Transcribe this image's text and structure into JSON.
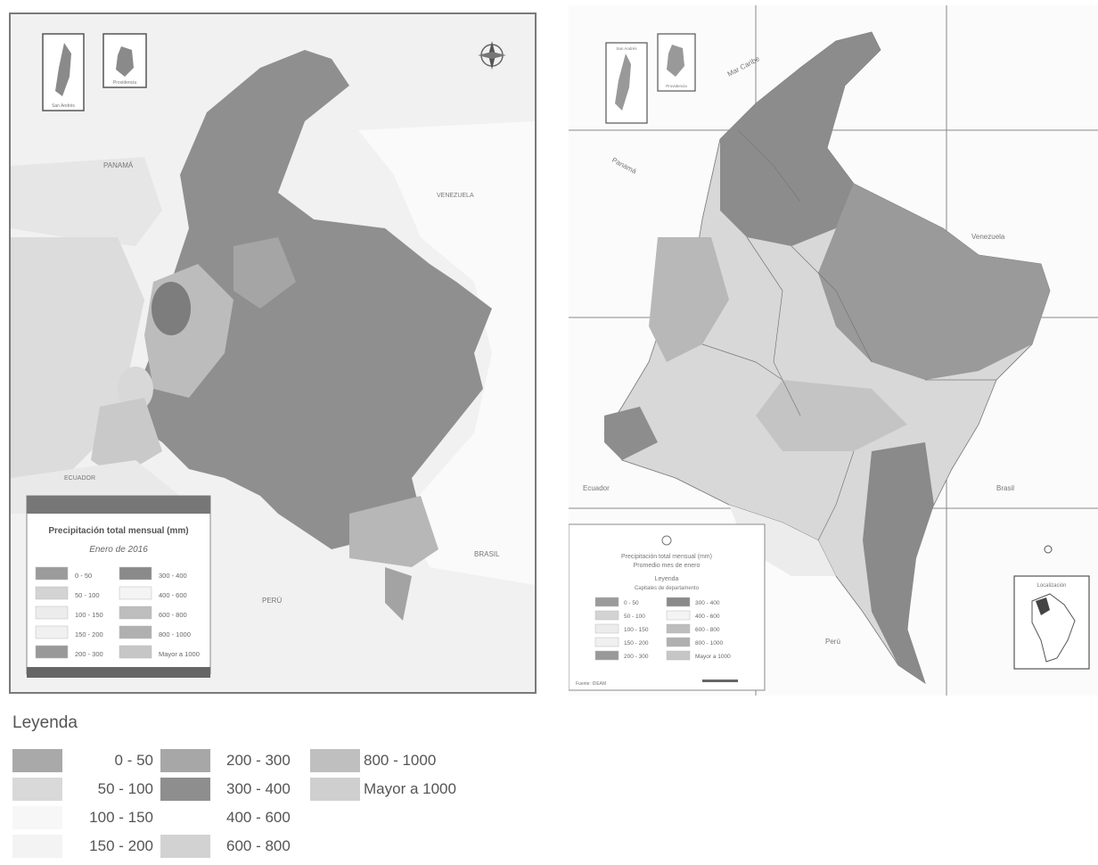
{
  "left_map": {
    "country_labels": [
      "PANAMÁ",
      "VENEZUELA",
      "ECUADOR",
      "PERÚ",
      "BRASIL"
    ],
    "inset_labels": [
      "San Andrés",
      "Providencia"
    ],
    "legend": {
      "title": "Precipitación total mensual (mm)",
      "subtitle": "Enero de 2016",
      "items": [
        {
          "label": "0 - 50",
          "color": "#9b9b9b"
        },
        {
          "label": "300 - 400",
          "color": "#8a8a8a"
        },
        {
          "label": "50 - 100",
          "color": "#d3d3d3"
        },
        {
          "label": "400 - 600",
          "color": "#f4f4f4"
        },
        {
          "label": "100 - 150",
          "color": "#ececec"
        },
        {
          "label": "600 - 800",
          "color": "#bdbdbd"
        },
        {
          "label": "150 - 200",
          "color": "#f0f0f0"
        },
        {
          "label": "800 - 1000",
          "color": "#b0b0b0"
        },
        {
          "label": "200 - 300",
          "color": "#999999"
        },
        {
          "label": "Mayor a 1000",
          "color": "#c6c6c6"
        }
      ]
    }
  },
  "right_map": {
    "country_labels": [
      "Panamá",
      "Venezuela",
      "Ecuador",
      "Brasil",
      "Perú",
      "Mar Caribe"
    ],
    "inset_labels": [
      "San Andrés",
      "Providencia",
      "Localización"
    ],
    "legend": {
      "title": "Precipitación total mensual (mm)",
      "subtitle": "Promedio mes de enero",
      "heading": "Leyenda",
      "sub_heading": "Capitales de departamento",
      "items": [
        {
          "label": "0 - 50",
          "color": "#9b9b9b"
        },
        {
          "label": "300 - 400",
          "color": "#8a8a8a"
        },
        {
          "label": "50 - 100",
          "color": "#d3d3d3"
        },
        {
          "label": "400 - 600",
          "color": "#f4f4f4"
        },
        {
          "label": "100 - 150",
          "color": "#ececec"
        },
        {
          "label": "600 - 800",
          "color": "#bdbdbd"
        },
        {
          "label": "150 - 200",
          "color": "#f0f0f0"
        },
        {
          "label": "800 - 1000",
          "color": "#b0b0b0"
        },
        {
          "label": "200 - 300",
          "color": "#999999"
        },
        {
          "label": "Mayor a 1000",
          "color": "#c6c6c6"
        }
      ],
      "source": "Fuente: IDEAM"
    }
  },
  "bottom_legend": {
    "title": "Leyenda",
    "items": [
      {
        "label": "0 - 50",
        "color": "#a9a9a9"
      },
      {
        "label": "50 - 100",
        "color": "#d9d9d9"
      },
      {
        "label": "100 - 150",
        "color": "#f7f7f7"
      },
      {
        "label": "150 - 200",
        "color": "#f3f3f3"
      },
      {
        "label": "200 - 300",
        "color": "#a7a7a7"
      },
      {
        "label": "300 - 400",
        "color": "#8e8e8e"
      },
      {
        "label": "400 - 600",
        "color": "#ffffff"
      },
      {
        "label": "600 - 800",
        "color": "#d2d2d2"
      },
      {
        "label": "800 - 1000",
        "color": "#bfbfbf"
      },
      {
        "label": "Mayor a 1000",
        "color": "#cfcfcf"
      }
    ]
  }
}
